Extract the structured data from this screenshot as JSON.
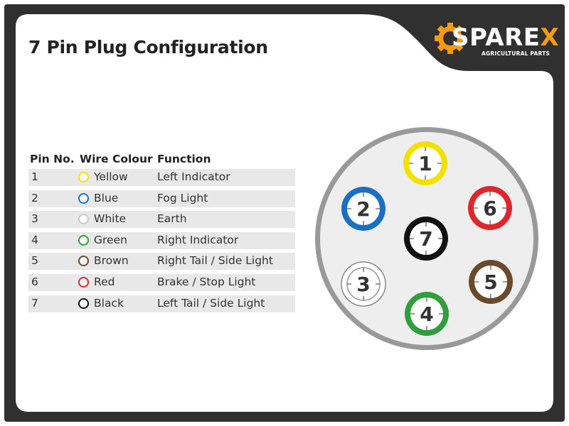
{
  "title": "7 Pin Plug Configuration",
  "logo": {
    "brand_main": "SPARE",
    "brand_accent": "X",
    "tagline": "AGRICULTURAL PARTS",
    "accent_color": "#f39c12"
  },
  "table": {
    "headers": {
      "pin": "Pin No.",
      "colour": "Wire Colour",
      "function": "Function"
    },
    "rows": [
      {
        "pin": "1",
        "colour": "Yellow",
        "hex": "#f2e100",
        "function": "Left Indicator"
      },
      {
        "pin": "2",
        "colour": "Blue",
        "hex": "#1a6fc4",
        "function": "Fog Light"
      },
      {
        "pin": "3",
        "colour": "White",
        "hex": "#c8c8c8",
        "function": "Earth"
      },
      {
        "pin": "4",
        "colour": "Green",
        "hex": "#2f9e3b",
        "function": "Right Indicator"
      },
      {
        "pin": "5",
        "colour": "Brown",
        "hex": "#6b4a2b",
        "function": "Right Tail / Side Light"
      },
      {
        "pin": "6",
        "colour": "Red",
        "hex": "#e0262b",
        "function": "Brake / Stop Light"
      },
      {
        "pin": "7",
        "colour": "Black",
        "hex": "#111111",
        "function": "Left Tail / Side Light"
      }
    ]
  },
  "plug": {
    "pins": [
      {
        "label": "1",
        "hex": "#f2e100"
      },
      {
        "label": "2",
        "hex": "#1a6fc4"
      },
      {
        "label": "3",
        "hex": "#d0d0d0"
      },
      {
        "label": "4",
        "hex": "#2f9e3b"
      },
      {
        "label": "5",
        "hex": "#6b4a2b"
      },
      {
        "label": "6",
        "hex": "#e0262b"
      },
      {
        "label": "7",
        "hex": "#111111"
      }
    ]
  }
}
